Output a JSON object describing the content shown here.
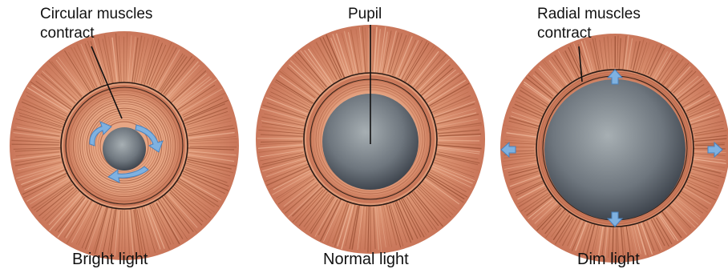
{
  "figure": {
    "panels": [
      {
        "id": "bright",
        "caption": "Bright light",
        "callout": [
          "Circular muscles",
          "contract"
        ]
      },
      {
        "id": "normal",
        "caption": "Normal light",
        "callout": [
          "Pupil"
        ]
      },
      {
        "id": "dim",
        "caption": "Dim light",
        "callout": [
          "Radial muscles",
          "contract"
        ]
      }
    ]
  },
  "colors": {
    "iris_base": "#dc8f6e",
    "iris_light": "#ecb497",
    "iris_dark": "#b66748",
    "fiber": "#9c5236",
    "ring": "#2a1a14",
    "pupil_center": "#9aa3a8",
    "pupil_edge": "#39404a",
    "arrow": "#7fb1e0",
    "arrow_stroke": "#4a82bd",
    "text": "#111111"
  }
}
